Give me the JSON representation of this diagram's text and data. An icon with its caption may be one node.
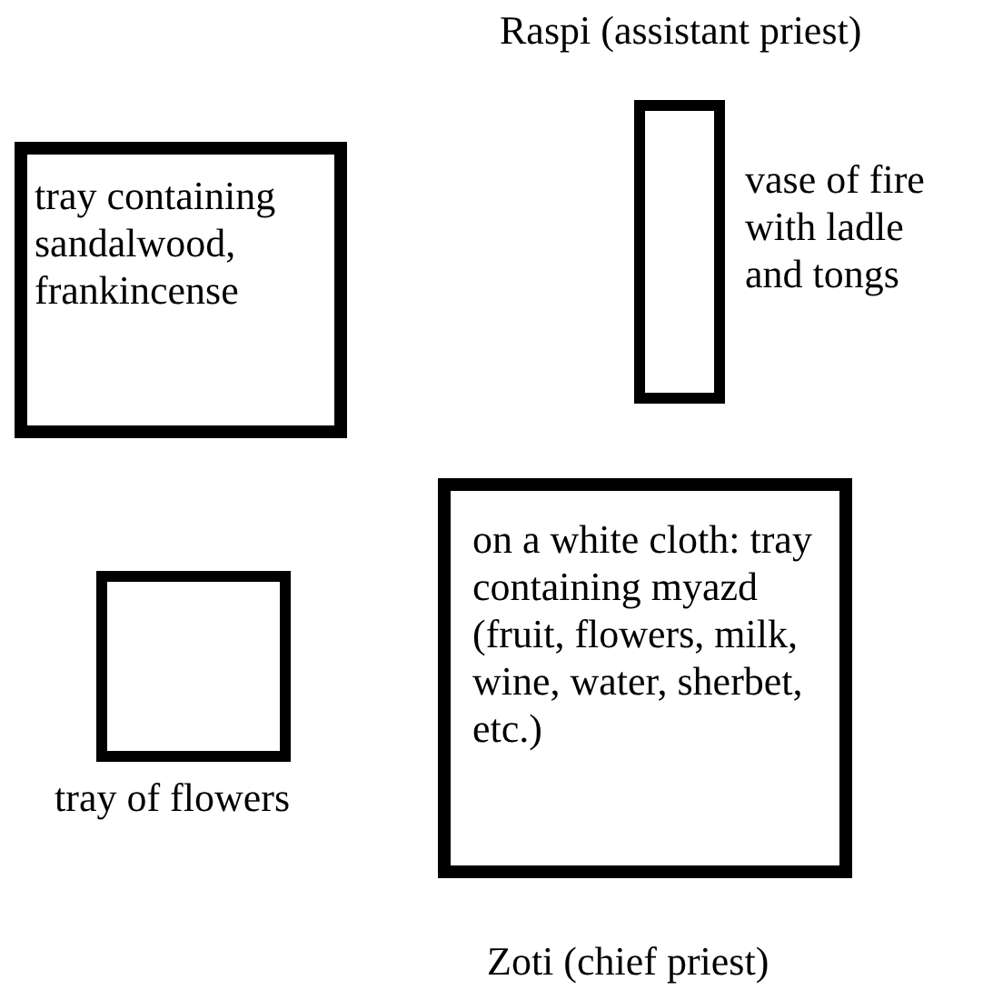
{
  "diagram": {
    "nodes": [
      {
        "text": [
          "tray containing sandalwood, frankincense"
        ]
      },
      {
        "text": [],
        "shape": "box",
        "beside": [
          "vase of fire with ladle and tongs"
        ]
      },
      {
        "text": [],
        "shape": "box",
        "beside": [
          "tray of flowers"
        ]
      },
      {
        "text": [
          "on a white cloth: tray containing myazd (fruit, flowers, milk, wine, water, sherbet, etc.)"
        ]
      }
    ],
    "labels": [
      "Raspi (assistant priest)",
      "Zoti (chief priest)"
    ]
  }
}
